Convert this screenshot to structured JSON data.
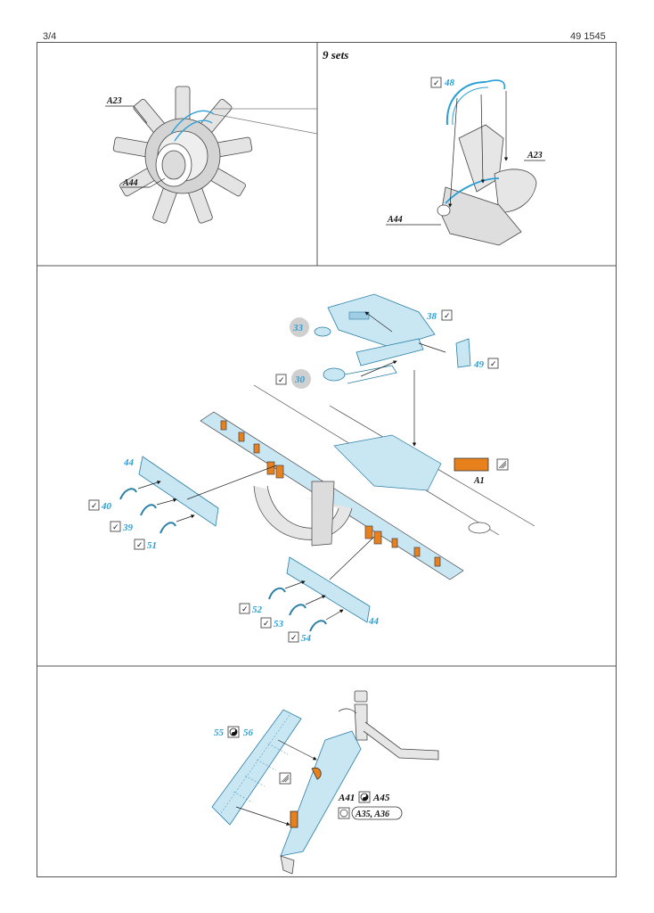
{
  "header": {
    "page": "3/4",
    "code": "49 1545"
  },
  "section1": {
    "sets_label": "9 sets",
    "left_labels": [
      "A23",
      "A44"
    ],
    "right_part": "48",
    "right_labels": [
      "A23",
      "A44"
    ]
  },
  "section2": {
    "parts": [
      "38",
      "33",
      "49",
      "30",
      "44",
      "40",
      "39",
      "51",
      "52",
      "53",
      "54",
      "44"
    ],
    "color_chip_label": "A1",
    "colors": {
      "etch_blue": "#c9e6f3",
      "part_number": "#2a9fd6",
      "orange": "#e8801c"
    }
  },
  "section3": {
    "part_left": "55",
    "part_right": "56",
    "assembly_left": "A41",
    "assembly_right": "A45",
    "ref_parts": "A35, A36"
  }
}
